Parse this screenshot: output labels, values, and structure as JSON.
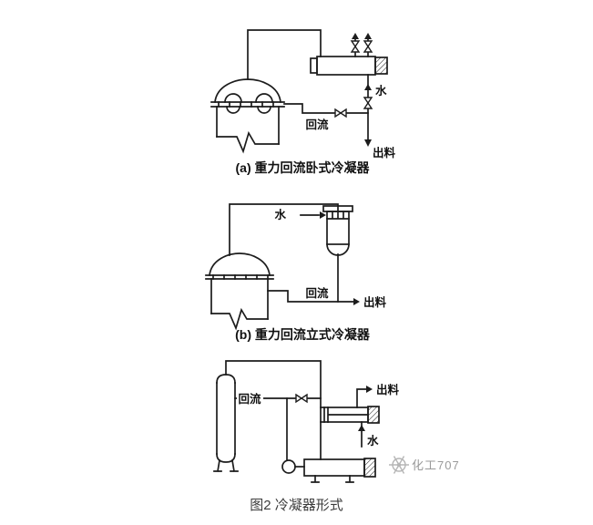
{
  "figure": {
    "caption": "图2 冷凝器形式",
    "watermark": "化工707"
  },
  "diagram_a": {
    "caption": "(a) 重力回流卧式冷凝器",
    "labels": {
      "water": "水",
      "reflux": "回流",
      "discharge": "出料"
    }
  },
  "diagram_b": {
    "caption": "(b) 重力回流立式冷凝器",
    "labels": {
      "water": "水",
      "reflux": "回流",
      "discharge": "出料"
    }
  },
  "diagram_c": {
    "labels": {
      "water": "水",
      "reflux": "回流",
      "discharge": "出料"
    }
  },
  "colors": {
    "line": "#1c1c1c",
    "label": "#111111",
    "watermark": "#9a9a9a"
  }
}
